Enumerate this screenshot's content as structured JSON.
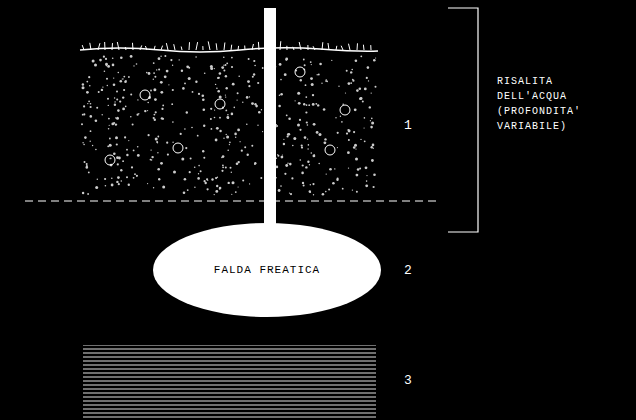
{
  "diagram": {
    "nodes": [
      {
        "text": [
          "FALDA FREATICA"
        ]
      }
    ],
    "labels": [
      "1",
      "2",
      "3",
      "RISALITA DELL'ACQUA (PROFONDITA' VARIABILE)"
    ]
  }
}
